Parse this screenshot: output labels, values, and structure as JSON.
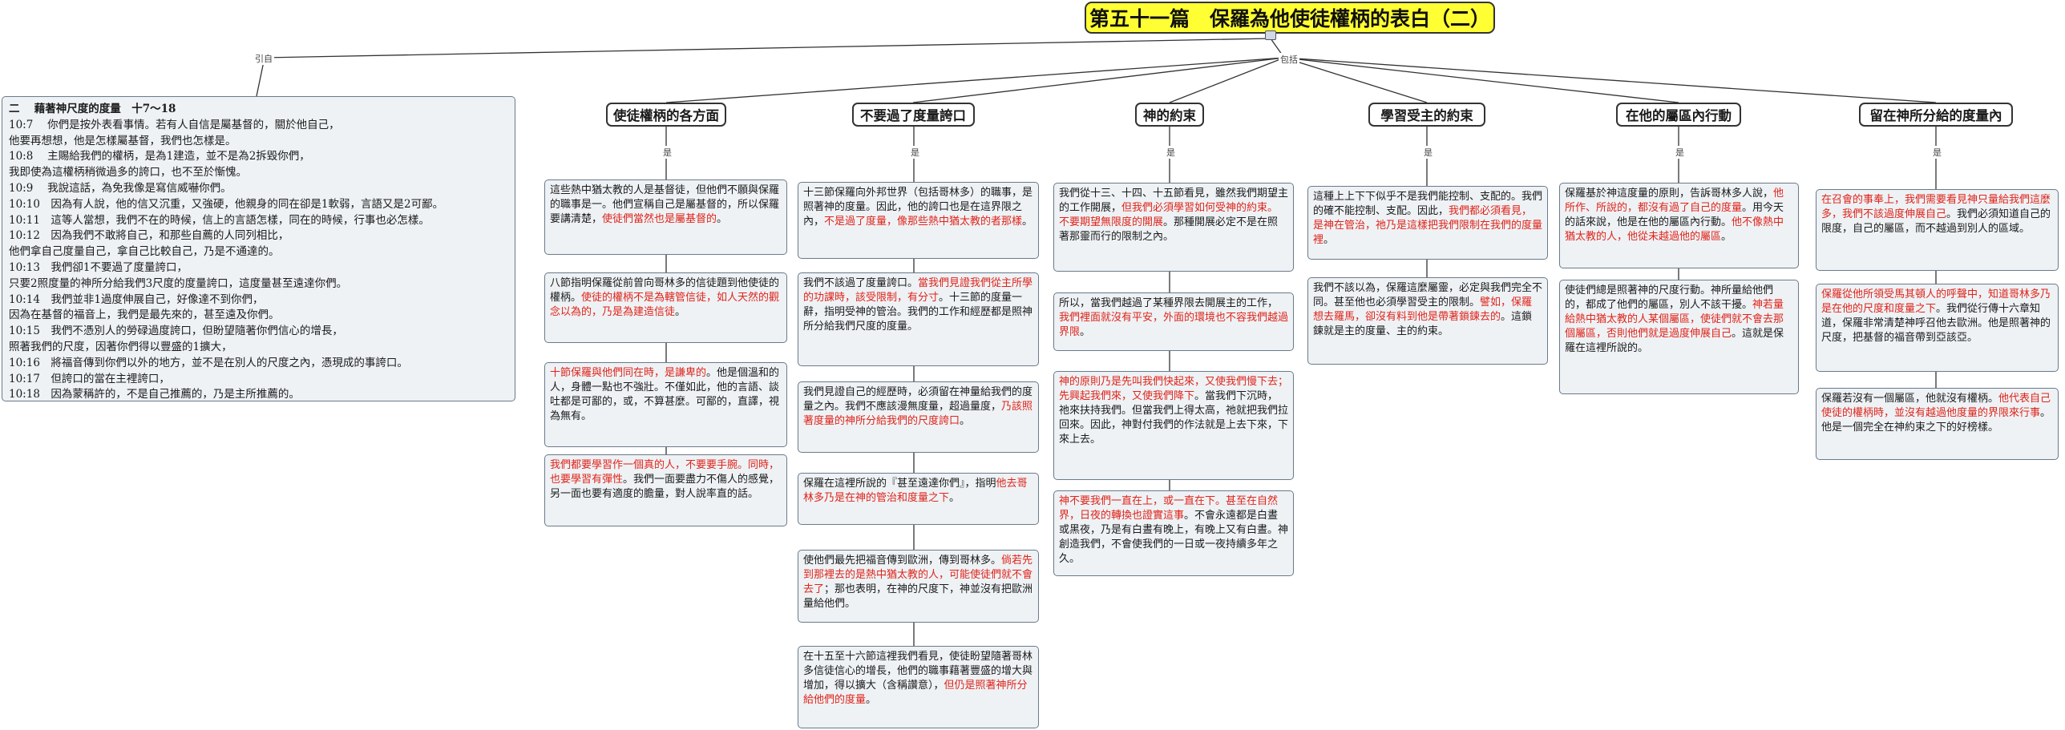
{
  "root": {
    "title": "第五十一篇　保羅為他使徒權柄的表白（二）"
  },
  "edge_labels": {
    "left": "引自",
    "right": "包括",
    "sub": "是"
  },
  "left_panel": {
    "lines": [
      "二　 藉著神尺度的度量　十7～18",
      "10:7　 你們是按外表看事情。若有人自信是屬基督的，關於他自己，",
      "他要再想想，他是怎樣屬基督，我們也怎樣是。",
      "10:8　 主賜給我們的權柄，是為1建造，並不是為2拆毀你們，",
      "我即使為這權柄稍微過多的誇口，也不至於慚愧。",
      "10:9　 我說這話，為免我像是寫信威嚇你們。",
      "10:10　因為有人說，他的信又沉重，又強硬，他親身的同在卻是1軟弱，言語又是2可鄙。",
      "10:11　這等人當想，我們不在的時候，信上的言語怎樣，同在的時候，行事也必怎樣。",
      "10:12　因為我們不敢將自己，和那些自薦的人同列相比，",
      "他們拿自己度量自己，拿自己比較自己，乃是不通達的。",
      "10:13　我們卻1不要過了度量誇口，",
      "只要2照度量的神所分給我們3尺度的度量誇口，這度量甚至遠達你們。",
      "10:14　我們並非1過度伸展自己，好像達不到你們，",
      "因為在基督的福音上，我們是最先來的，甚至遠及你們。",
      "10:15　我們不憑別人的勞碌過度誇口，但盼望隨著你們信心的增長，",
      "照著我們的尺度，因著你們得以豐盛的1擴大，",
      "10:16　將福音傳到你們以外的地方，並不是在別人的尺度之內，憑現成的事誇口。",
      "10:17　但誇口的當在主裡誇口，",
      "10:18　因為蒙稱許的，不是自己推薦的，乃是主所推薦的。"
    ]
  },
  "topics": [
    {
      "title": "使徒權柄的各方面",
      "nodes": [
        [
          {
            "t": "這些熱中猶太教的人是基督徒，但他們不願與保羅的職事是一。他們宣稱自己是屬基督的，所以保羅要講清楚，",
            "r": false
          },
          {
            "t": "使徒們當然也是屬基督的",
            "r": true
          },
          {
            "t": "。",
            "r": false
          }
        ],
        [
          {
            "t": "八節指明保羅從前曾向哥林多的信徒題到他使徒的權柄。",
            "r": false
          },
          {
            "t": "使徒的權柄不是為轄管信徒，如人天然的觀念以為的，乃是為建造信徒",
            "r": true
          },
          {
            "t": "。",
            "r": false
          }
        ],
        [
          {
            "t": "十節保羅與他們同在時，是謙卑的",
            "r": true
          },
          {
            "t": "。他是個溫和的人，身體一點也不強壯。不僅如此，他的言語、談吐都是可鄙的，或，不算甚麼。可鄙的，直譯，視為無有。",
            "r": false
          }
        ],
        [
          {
            "t": "我們都要學習作一個真的人，不要要手腕。同時，也要學習有彈性",
            "r": true
          },
          {
            "t": "。我們一面要盡力不傷人的感覺，另一面也要有適度的膽量，對人說率直的話。",
            "r": false
          }
        ]
      ]
    },
    {
      "title": "不要過了度量誇口",
      "nodes": [
        [
          {
            "t": "十三節保羅向外邦世界（包括哥林多）的職事，是照著神的度量。因此，他的誇口也是在這界限之內，",
            "r": false
          },
          {
            "t": "不是過了度量，像那些熱中猶太教的者那樣",
            "r": true
          },
          {
            "t": "。",
            "r": false
          }
        ],
        [
          {
            "t": "我們不該過了度量誇口。",
            "r": false
          },
          {
            "t": "當我們見證我們從主所學的功課時，該受限制，有分寸",
            "r": true
          },
          {
            "t": "。十三節的度量一辭，指明受神的管治。我們的工作和經歷都是照神所分給我們尺度的度量。",
            "r": false
          }
        ],
        [
          {
            "t": "我們見證自己的經歷時，必須留在神量給我們的度量之內。我們不應該漫無度量，超過量度，",
            "r": false
          },
          {
            "t": "乃該照著度量的神所分給我們的尺度誇口",
            "r": true
          },
          {
            "t": "。",
            "r": false
          }
        ],
        [
          {
            "t": "保羅在這裡所說的『甚至遠達你們』，指明",
            "r": false
          },
          {
            "t": "他去哥林多乃是在神的管治和度量之下",
            "r": true
          },
          {
            "t": "。",
            "r": false
          }
        ],
        [
          {
            "t": "使他們最先把福音傳到歐洲，傳到哥林多。",
            "r": false
          },
          {
            "t": "倘若先到那裡去的是熱中猶太教的人，可能使徒們就不會去了",
            "r": true
          },
          {
            "t": "；那也表明，在神的尺度下，神並沒有把歐洲量給他們。",
            "r": false
          }
        ],
        [
          {
            "t": "在十五至十六節這裡我們看見，使徒盼望隨著哥林多信徒信心的增長，他們的職事藉著豐盛的增大與增加，得以擴大（含稱讚意），",
            "r": false
          },
          {
            "t": "但仍是照著神所分給他們的度量",
            "r": true
          },
          {
            "t": "。",
            "r": false
          }
        ]
      ]
    },
    {
      "title": "神的約束",
      "nodes": [
        [
          {
            "t": "我們從十三、十四、十五節看見，雖然我們期望主的工作開展，",
            "r": false
          },
          {
            "t": "但我們必須學習如何受神的約束。不要期望無限度的開展",
            "r": true
          },
          {
            "t": "。那種開展必定不是在照著那靈而行的限制之內。",
            "r": false
          }
        ],
        [
          {
            "t": "所以，當我們越過了某種界限去開展主的工作，",
            "r": false
          },
          {
            "t": "我們裡面就沒有平安，外面的環境也不容我們越過界限",
            "r": true
          },
          {
            "t": "。",
            "r": false
          }
        ],
        [
          {
            "t": "神的原則乃是先叫我們快起來，又使我們慢下去；先興起我們來，又使我們降下",
            "r": true
          },
          {
            "t": "。當我們下沉時，祂來扶持我們。但當我們上得太高，祂就把我們拉回來。因此，神對付我們的作法就是上去下來，下來上去。",
            "r": false
          }
        ],
        [
          {
            "t": "神不要我們一直在上，或一直在下。甚至在自然界，日夜的轉換也證實這事",
            "r": true
          },
          {
            "t": "。不會永遠都是白晝或黑夜，乃是有白晝有晚上，有晚上又有白晝。神創造我們，不會使我們的一日或一夜持續多年之久。",
            "r": false
          }
        ]
      ]
    },
    {
      "title": "學習受主的約束",
      "nodes": [
        [
          {
            "t": "這種上上下下似乎不是我們能控制、支配的。我們的確不能控制、支配。因此，",
            "r": false
          },
          {
            "t": "我們都必須看見，是神在管治，祂乃是這樣把我們限制在我們的度量裡",
            "r": true
          },
          {
            "t": "。",
            "r": false
          }
        ],
        [
          {
            "t": "我們不該以為，保羅這麼屬靈，必定與我們完全不同。甚至他也必須學習受主的限制。",
            "r": false
          },
          {
            "t": "譬如，保羅想去羅馬，卻沒有料到他是帶著鎖鍊去的",
            "r": true
          },
          {
            "t": "。這鎖鍊就是主的度量、主的約束。",
            "r": false
          }
        ]
      ]
    },
    {
      "title": "在他的屬區內行動",
      "nodes": [
        [
          {
            "t": "保羅基於神這度量的原則，告訴哥林多人說，",
            "r": false
          },
          {
            "t": "他所作、所說的，都沒有過了自己的度量",
            "r": true
          },
          {
            "t": "。用今天的話來說，他是在他的屬區內行動。",
            "r": false
          },
          {
            "t": "他不像熱中猶太教的人，他從未越過他的屬區",
            "r": true
          },
          {
            "t": "。",
            "r": false
          }
        ],
        [
          {
            "t": "使徒們總是照著神的尺度行動。神所量給他們的，都成了他們的屬區，別人不該干擾。",
            "r": false
          },
          {
            "t": "神若量給熱中猶太教的人某個屬區，使徒們就不會去那個屬區，否則他們就是過度伸展自己",
            "r": true
          },
          {
            "t": "。這就是保羅在這裡所說的。",
            "r": false
          }
        ]
      ]
    },
    {
      "title": "留在神所分給的度量內",
      "nodes": [
        [
          {
            "t": "在召會的事奉上，我們需要看見神只量給我們這麼多，我們不該過度伸展自己",
            "r": true
          },
          {
            "t": "。我們必須知道自己的限度，自己的屬區，而不越過到別人的區域。",
            "r": false
          }
        ],
        [
          {
            "t": "保羅從他所領受馬其頓人的呼聲中，知道哥林多乃是在他的尺度和度量之下",
            "r": true
          },
          {
            "t": "。我們從行傳十六章知道，保羅非常清楚神呼召他去歐洲。他是照著神的尺度，把基督的福音帶到亞該亞。",
            "r": false
          }
        ],
        [
          {
            "t": "保羅若沒有一個屬區，他就沒有權柄。",
            "r": false
          },
          {
            "t": "他代表自己使徒的權柄時，並沒有越過他度量的界限來行事",
            "r": true
          },
          {
            "t": "。他是一個完全在神約束之下的好榜樣。",
            "r": false
          }
        ]
      ]
    }
  ]
}
